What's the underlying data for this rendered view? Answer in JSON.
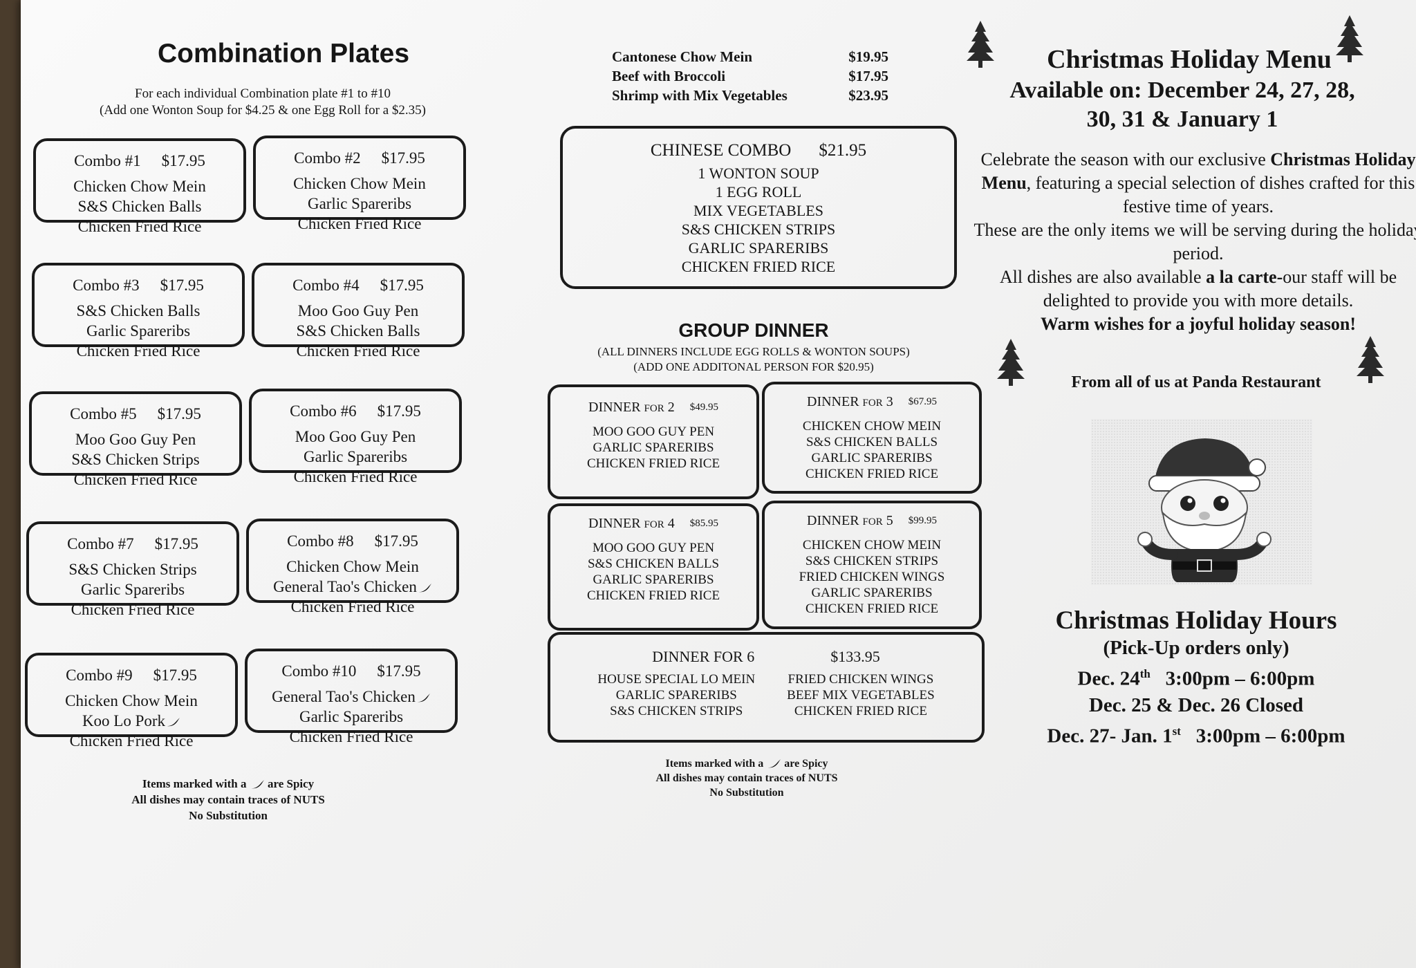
{
  "left": {
    "title": "Combination Plates",
    "sub1": "For each individual Combination plate  #1 to #10",
    "sub2": "(Add one Wonton Soup for $4.25 & one Egg Roll for a $2.35)",
    "combos": [
      {
        "name": "Combo #1",
        "price": "$17.95",
        "items": [
          "Chicken Chow Mein",
          "S&S Chicken Balls",
          "Chicken Fried Rice"
        ]
      },
      {
        "name": "Combo #2",
        "price": "$17.95",
        "items": [
          "Chicken Chow Mein",
          "Garlic Spareribs",
          "Chicken Fried Rice"
        ]
      },
      {
        "name": "Combo #3",
        "price": "$17.95",
        "items": [
          "S&S Chicken Balls",
          "Garlic Spareribs",
          "Chicken Fried Rice"
        ]
      },
      {
        "name": "Combo #4",
        "price": "$17.95",
        "items": [
          "Moo Goo Guy Pen",
          "S&S Chicken Balls",
          "Chicken Fried Rice"
        ]
      },
      {
        "name": "Combo #5",
        "price": "$17.95",
        "items": [
          "Moo Goo Guy Pen",
          "S&S Chicken Strips",
          "Chicken Fried Rice"
        ]
      },
      {
        "name": "Combo #6",
        "price": "$17.95",
        "items": [
          "Moo Goo Guy Pen",
          "Garlic Spareribs",
          "Chicken Fried Rice"
        ]
      },
      {
        "name": "Combo #7",
        "price": "$17.95",
        "items": [
          "S&S Chicken Strips",
          "Garlic Spareribs",
          "Chicken Fried Rice"
        ]
      },
      {
        "name": "Combo #8",
        "price": "$17.95",
        "items": [
          "Chicken Chow Mein",
          "General Tao's Chicken",
          "Chicken Fried Rice"
        ]
      },
      {
        "name": "Combo #9",
        "price": "$17.95",
        "items": [
          "Chicken Chow Mein",
          "Koo Lo Pork",
          "Chicken Fried Rice"
        ]
      },
      {
        "name": "Combo #10",
        "price": "$17.95",
        "items": [
          "General Tao's Chicken",
          "Garlic Spareribs",
          "Chicken Fried Rice"
        ]
      }
    ],
    "notes": [
      "Items marked with a",
      "are Spicy",
      "All dishes may contain traces of NUTS",
      "No Substitution"
    ]
  },
  "middle": {
    "top_items": [
      {
        "name": "Cantonese Chow Mein",
        "price": "$19.95"
      },
      {
        "name": "Beef with Broccoli",
        "price": "$17.95"
      },
      {
        "name": "Shrimp with Mix Vegetables",
        "price": "$23.95"
      }
    ],
    "chinese_combo": {
      "name": "CHINESE COMBO",
      "price": "$21.95",
      "items": [
        "1 WONTON SOUP",
        "1 EGG ROLL",
        "MIX VEGETABLES",
        "S&S CHICKEN STRIPS",
        "GARLIC SPARERIBS",
        "CHICKEN FRIED RICE"
      ]
    },
    "group_title": "GROUP DINNER",
    "group_sub1": "(ALL DINNERS INCLUDE EGG ROLLS & WONTON SOUPS)",
    "group_sub2": "(ADD ONE ADDITONAL PERSON FOR $20.95)",
    "dinners": [
      {
        "label": "DINNER",
        "for": "FOR",
        "num": "2",
        "price": "$49.95",
        "items": [
          "MOO GOO GUY PEN",
          "GARLIC SPARERIBS",
          "CHICKEN FRIED RICE"
        ]
      },
      {
        "label": "DINNER",
        "for": "FOR",
        "num": "3",
        "price": "$67.95",
        "items": [
          "CHICKEN CHOW MEIN",
          "S&S CHICKEN BALLS",
          "GARLIC SPARERIBS",
          "CHICKEN FRIED RICE"
        ]
      },
      {
        "label": "DINNER",
        "for": "FOR",
        "num": "4",
        "price": "$85.95",
        "items": [
          "MOO GOO GUY PEN",
          "S&S CHICKEN BALLS",
          "GARLIC SPARERIBS",
          "CHICKEN FRIED RICE"
        ]
      },
      {
        "label": "DINNER",
        "for": "FOR",
        "num": "5",
        "price": "$99.95",
        "items": [
          "CHICKEN CHOW MEIN",
          "S&S CHICKEN STRIPS",
          "FRIED CHICKEN WINGS",
          "GARLIC SPARERIBS",
          "CHICKEN FRIED RICE"
        ]
      }
    ],
    "dinner6": {
      "label": "DINNER  FOR  6",
      "price": "$133.95",
      "col1": [
        "HOUSE SPECIAL LO MEIN",
        "GARLIC SPARERIBS",
        "S&S CHICKEN STRIPS"
      ],
      "col2": [
        "FRIED CHICKEN WINGS",
        "BEEF MIX VEGETABLES",
        "CHICKEN FRIED RICE"
      ]
    },
    "notes": [
      "Items marked with a",
      "are Spicy",
      "All dishes may contain traces of NUTS",
      "No Substitution"
    ]
  },
  "right": {
    "title": "Christmas Holiday Menu",
    "available1": "Available on: December 24, 27, 28,",
    "available2": "30, 31 & January 1",
    "p1a": "Celebrate the season with our exclusive ",
    "p1b": "Christmas Holiday Menu",
    "p1c": ", featuring a special selection of dishes crafted for this festive time of years.",
    "p2": "These are the only items we will be serving during the holiday period.",
    "p3a": "All dishes are also available ",
    "p3b": "a la carte-",
    "p3c": "our staff will be delighted to provide you with more details.",
    "p4": "Warm wishes for a joyful holiday season!",
    "from": "From all of us at Panda Restaurant",
    "hours_title": "Christmas Holiday Hours",
    "hours_sub": "(Pick-Up orders only)",
    "h1a": "Dec. 24",
    "h1sup": "th",
    "h1b": "3:00pm – 6:00pm",
    "h2": "Dec. 25 & Dec. 26  Closed",
    "h3a": "Dec. 27- Jan. 1",
    "h3sup": "st",
    "h3b": "3:00pm – 6:00pm"
  }
}
